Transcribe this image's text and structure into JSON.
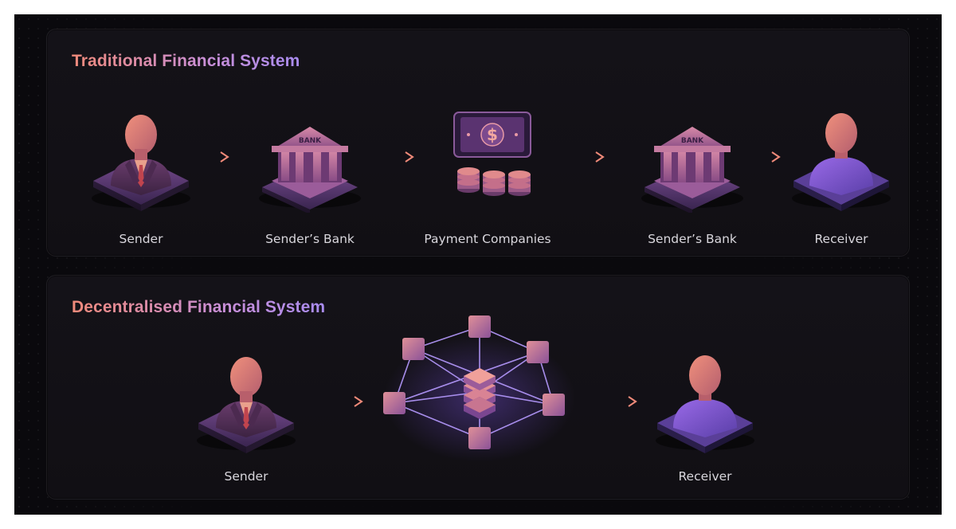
{
  "traditional": {
    "title": "Traditional Financial System",
    "nodes": [
      {
        "label": "Sender",
        "icon": "sender-person-icon"
      },
      {
        "label": "Sender’s Bank",
        "icon": "bank-icon"
      },
      {
        "label": "Payment Companies",
        "icon": "money-coins-icon"
      },
      {
        "label": "Sender’s Bank",
        "icon": "bank-icon"
      },
      {
        "label": "Receiver",
        "icon": "receiver-person-icon"
      }
    ]
  },
  "decentralised": {
    "title": "Decentralised Financial System",
    "nodes": [
      {
        "label": "Sender",
        "icon": "sender-person-icon"
      },
      {
        "label": "",
        "icon": "blockchain-network-icon"
      },
      {
        "label": "Receiver",
        "icon": "receiver-person-icon"
      }
    ]
  },
  "icon_text": {
    "bank": "BANK",
    "currency": "$"
  },
  "colors": {
    "accent_coral": "#f08a7a",
    "accent_violet": "#a98cf0",
    "arrow": "#e8806f",
    "label_text": "#d8d6dc",
    "background": "#0a090d"
  }
}
